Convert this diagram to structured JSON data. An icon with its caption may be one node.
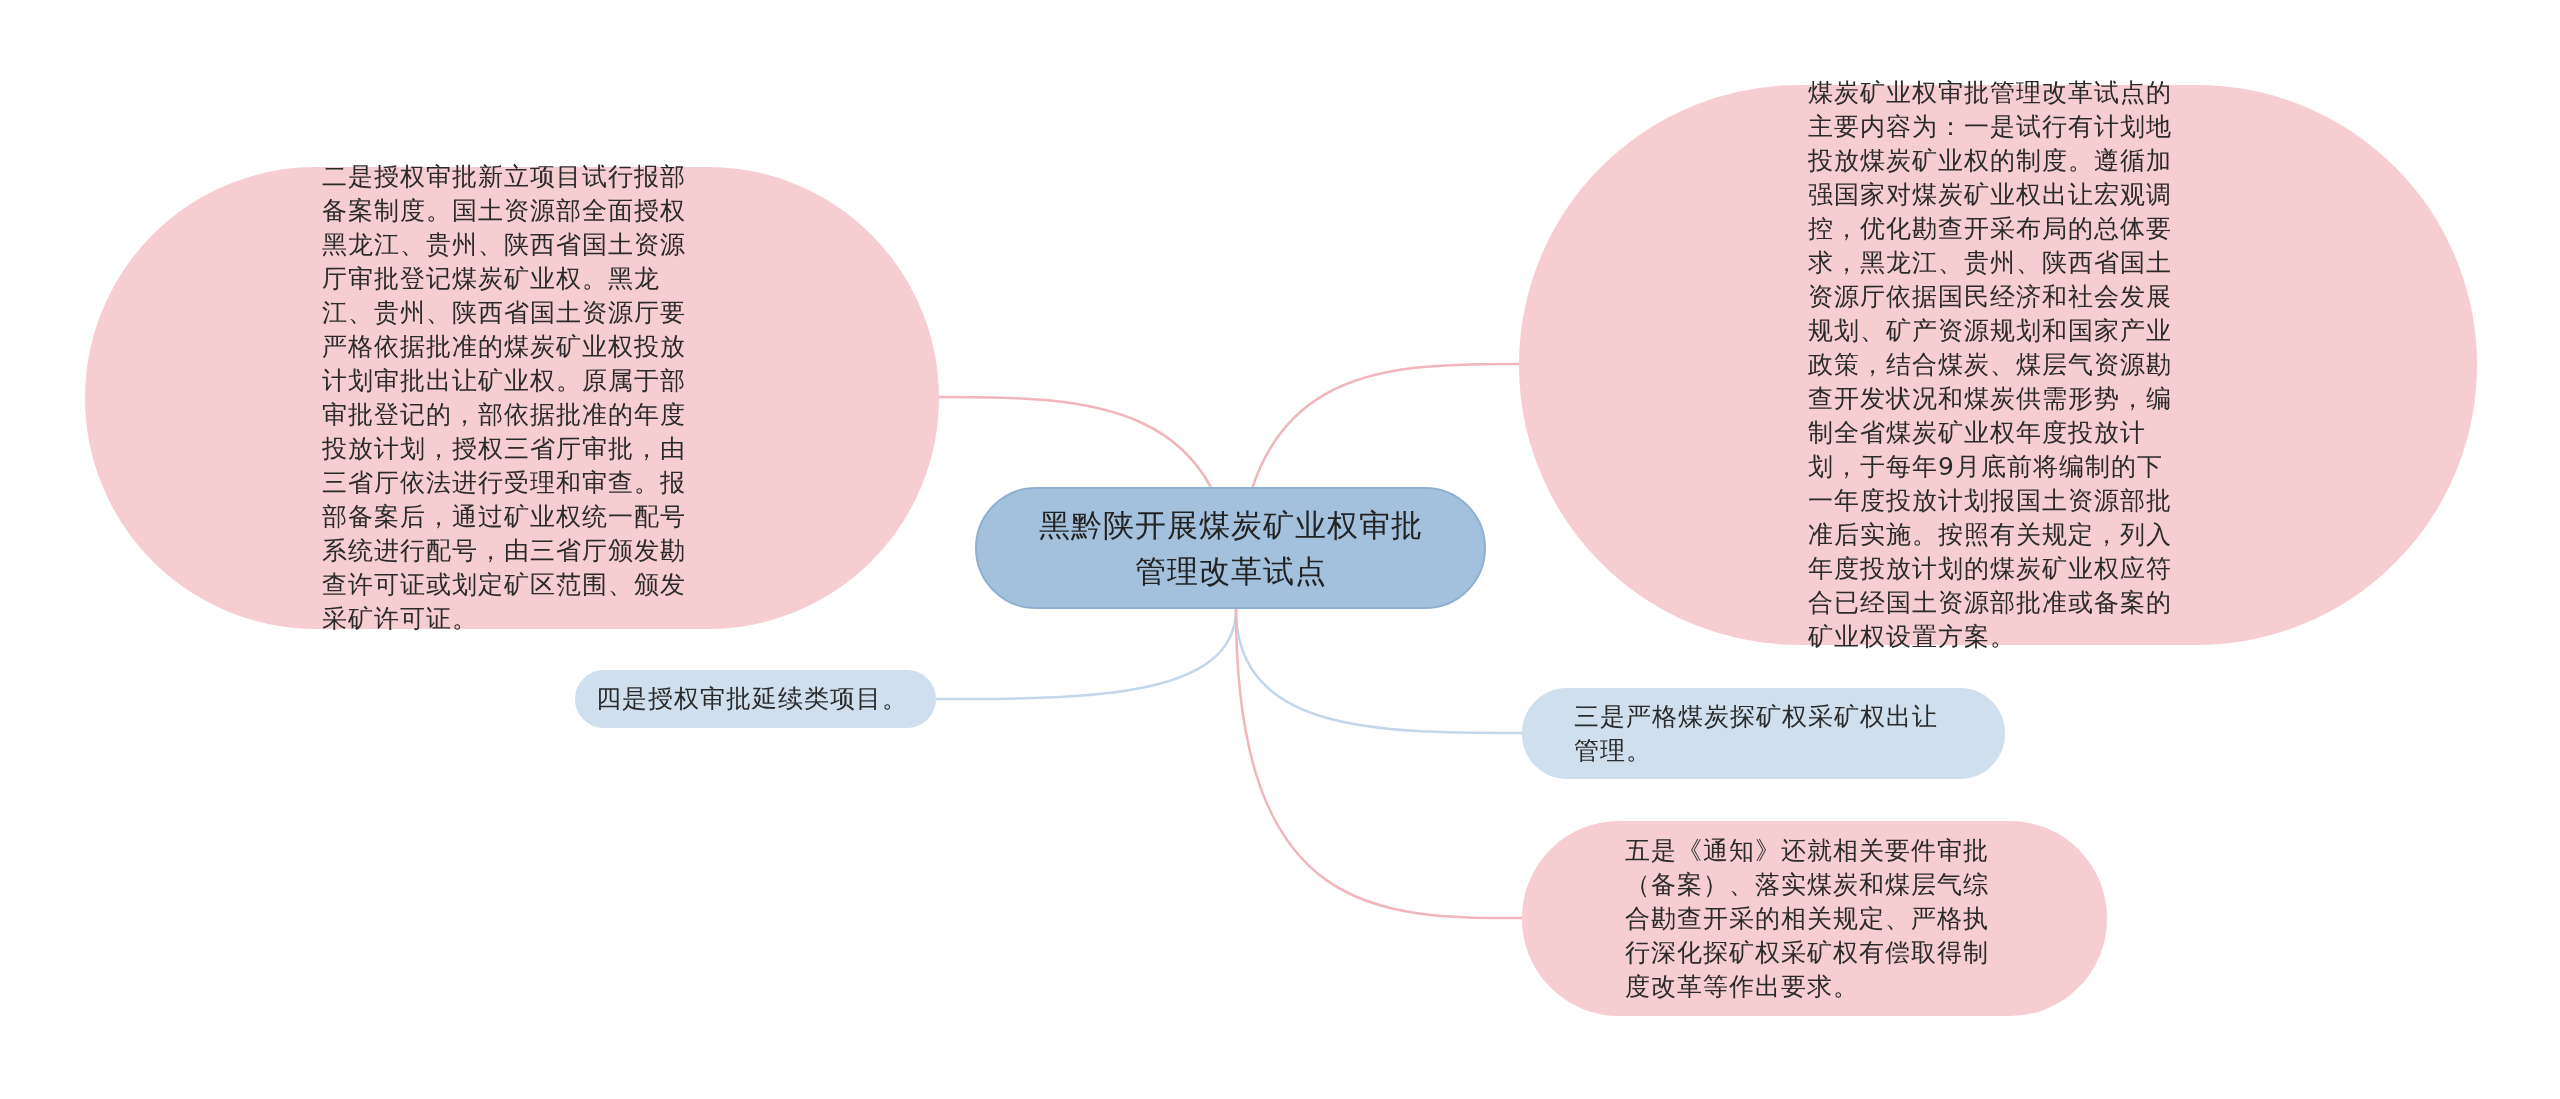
{
  "diagram": {
    "nodes": [
      {
        "text": [
          "黑黔陕开展煤炭矿业权审批管理改革试点"
        ]
      },
      {
        "text": [
          "二是授权审批新立项目试行报部备案制度。国土资源部全面授权黑龙江、贵州、陕西省国土资源厅审批登记煤炭矿业权。黑龙江、贵州、陕西省国土资源厅要严格依据批准的煤炭矿业权投放计划审批出让矿业权。原属于部审批登记的，部依据批准的年度投放计划，授权三省厅审批，由三省厅依法进行受理和审查。报部备案后，通过矿业权统一配号系统进行配号，由三省厅颁发勘查许可证或划定矿区范围、颁发采矿许可证。"
        ]
      },
      {
        "text": [
          "四是授权审批延续类项目。"
        ]
      },
      {
        "text": [
          "煤炭矿业权审批管理改革试点的主要内容为：一是试行有计划地投放煤炭矿业权的制度。遵循加强国家对煤炭矿业权出让宏观调控，优化勘查开采布局的总体要求，黑龙江、贵州、陕西省国土资源厅依据国民经济和社会发展规划、矿产资源规划和国家产业政策，结合煤炭、煤层气资源勘查开发状况和煤炭供需形势，编制全省煤炭矿业权年度投放计划，于每年9月底前将编制的下一年度投放计划报国土资源部批准后实施。按照有关规定，列入年度投放计划的煤炭矿业权应符合已经国土资源部批准或备案的矿业权设置方案。"
        ]
      },
      {
        "text": [
          "三是严格煤炭探矿权采矿权出让管理。"
        ]
      },
      {
        "text": [
          "五是《通知》还就相关要件审批（备案）、落实煤炭和煤层气综合勘查开采的相关规定、严格执行深化探矿权采矿权有偿取得制度改革等作出要求。"
        ]
      }
    ],
    "edges": [
      {
        "from": 0,
        "to": 1,
        "arrow": "none"
      },
      {
        "from": 0,
        "to": 2,
        "arrow": "none",
        "color": "#c3d6ea"
      },
      {
        "from": 0,
        "to": 3,
        "arrow": "none"
      },
      {
        "from": 0,
        "to": 4,
        "arrow": "none",
        "color": "#c3d6ea"
      },
      {
        "from": 0,
        "to": 5,
        "arrow": "none"
      }
    ]
  }
}
